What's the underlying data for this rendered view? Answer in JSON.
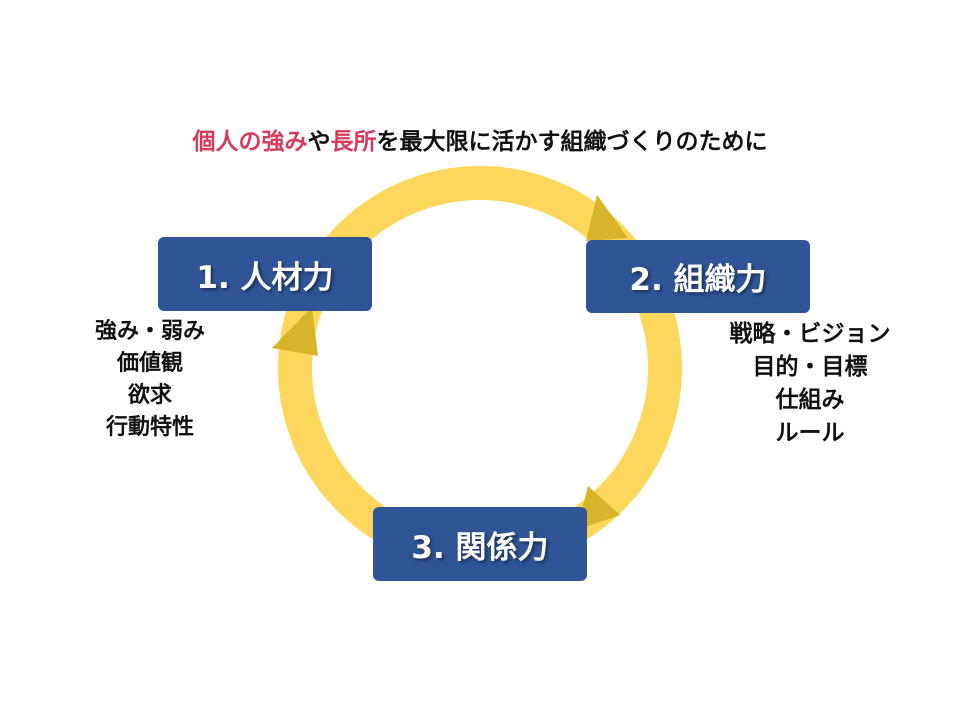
{
  "title": {
    "part1": "個人の強み",
    "part2": "や",
    "part3": "長所",
    "part4": "を最大限に活かす組織づくりのために"
  },
  "colors": {
    "title_accent": "#d83a5a",
    "box_fill": "#2f5597",
    "ring": "#fdd65c",
    "arrow": "#d8b42a"
  },
  "boxes": [
    {
      "label": "1. 人材力"
    },
    {
      "label": "2. 組織力"
    },
    {
      "label": "3. 関係力"
    }
  ],
  "lists": {
    "left": [
      "強み・弱み",
      "価値観",
      "欲求",
      "行動特性"
    ],
    "right": [
      "戦略・ビジョン",
      "目的・目標",
      "仕組み",
      "ルール"
    ]
  }
}
